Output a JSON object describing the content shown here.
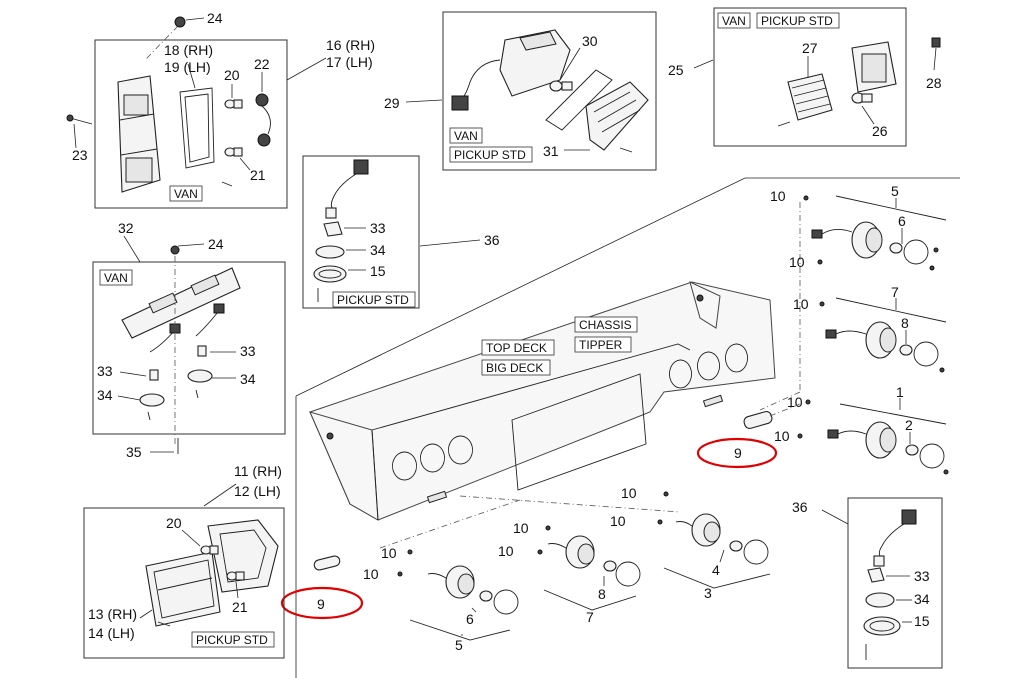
{
  "labels": {
    "l24a": "24",
    "l18": "18 (RH)",
    "l19": "19 (LH)",
    "l20a": "20",
    "l22": "22",
    "l16": "16 (RH)",
    "l17": "17 (LH)",
    "l23": "23",
    "l21a": "21",
    "l30": "30",
    "l29": "29",
    "l31": "31",
    "l27": "27",
    "l25": "25",
    "l28": "28",
    "l26": "26",
    "l32": "32",
    "l24b": "24",
    "l36a": "36",
    "l33a": "33",
    "l34a": "34",
    "l15a": "15",
    "l33b": "33",
    "l33c": "33",
    "l34b": "34",
    "l34c": "34",
    "l35": "35",
    "l11": "11 (RH)",
    "l12": "12 (LH)",
    "l20b": "20",
    "l21b": "21",
    "l13": "13 (RH)",
    "l14": "14 (LH)",
    "l9a": "9",
    "l9b": "9",
    "l5a": "5",
    "l6a": "6",
    "l7a": "7",
    "l8a": "8",
    "l1": "1",
    "l2": "2",
    "l5b": "5",
    "l6b": "6",
    "l7b": "7",
    "l8b": "8",
    "l3": "3",
    "l4": "4",
    "l36b": "36",
    "l33d": "33",
    "l34d": "34",
    "l15b": "15",
    "l10": "10"
  },
  "tags": {
    "van1": "VAN",
    "van2": "VAN",
    "van3": "VAN",
    "van4": "VAN",
    "pickup1": "PICKUP STD",
    "pickup2": "PICKUP STD",
    "pickup3": "PICKUP STD",
    "pickup4": "PICKUP STD",
    "topdeck": "TOP DECK",
    "bigdeck": "BIG DECK",
    "chassis": "CHASSIS",
    "tipper": "TIPPER"
  },
  "highlight_color": "#e00000"
}
